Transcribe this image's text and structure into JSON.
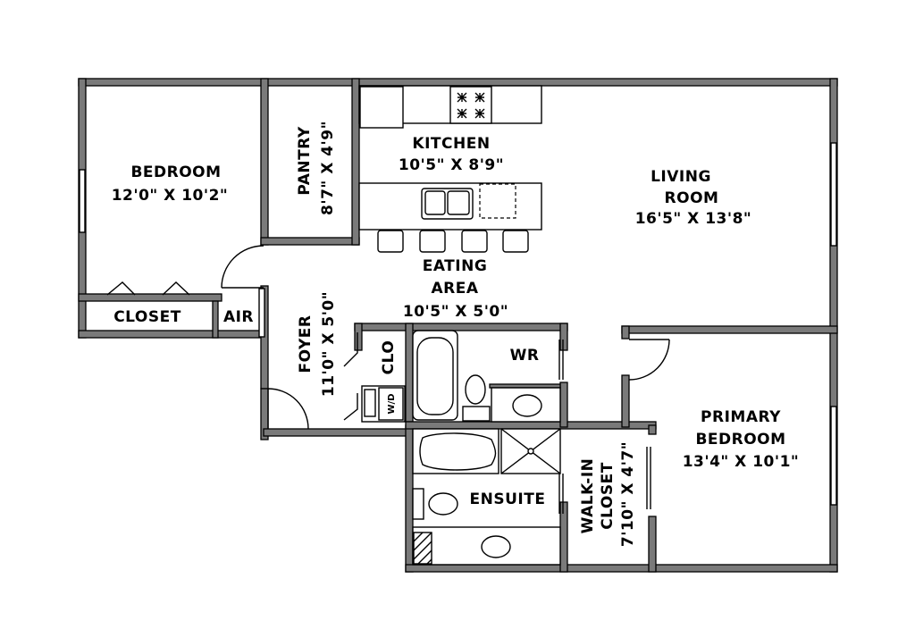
{
  "rooms": {
    "bedroom": {
      "name": "BEDROOM",
      "size": "12'0\" X 10'2\""
    },
    "pantry": {
      "name": "PANTRY",
      "size": "8'7\" X 4'9\""
    },
    "kitchen": {
      "name": "KITCHEN",
      "size": "10'5\" X 8'9\""
    },
    "living": {
      "name_line1": "LIVING",
      "name_line2": "ROOM",
      "size": "16'5\" X 13'8\""
    },
    "eating": {
      "name_line1": "EATING",
      "name_line2": "AREA",
      "size": "10'5\" X 5'0\""
    },
    "closet": {
      "name": "CLOSET"
    },
    "air": {
      "name": "AIR"
    },
    "foyer": {
      "name": "FOYER",
      "size": "11'0\" X 5'0\""
    },
    "clo": {
      "name": "CLO"
    },
    "wd": {
      "name": "W/D"
    },
    "wr": {
      "name": "WR"
    },
    "ensuite": {
      "name": "ENSUITE"
    },
    "walkin": {
      "name_line1": "WALK-IN",
      "name_line2": "CLOSET",
      "size": "7'10\" X 4'7\""
    },
    "primary": {
      "name_line1": "PRIMARY",
      "name_line2": "BEDROOM",
      "size": "13'4\" X 10'1\""
    }
  }
}
